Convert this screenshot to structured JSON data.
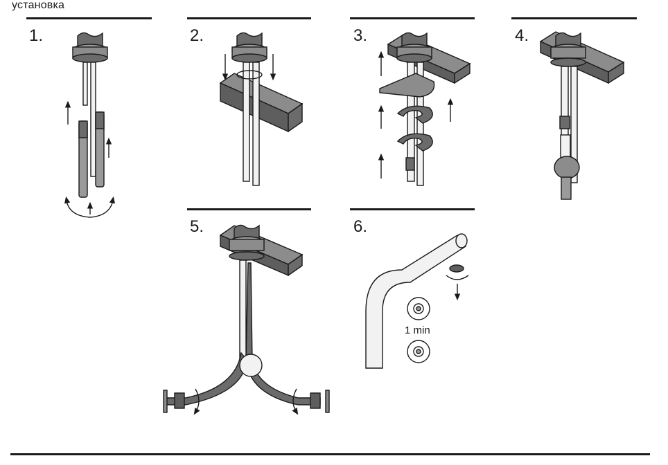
{
  "header": {
    "title": "установка"
  },
  "steps": [
    {
      "number": "1."
    },
    {
      "number": "2."
    },
    {
      "number": "3."
    },
    {
      "number": "4."
    },
    {
      "number": "5."
    },
    {
      "number": "6."
    }
  ],
  "step6": {
    "duration_label": "1 min"
  },
  "colors": {
    "line": "#1a1a1a",
    "metal_dark": "#6b6b6b",
    "metal_mid": "#9a9a9a",
    "block_top": "#8c8c8c",
    "block_side": "#5e5e5e",
    "pipe_light": "#f2f2f2"
  }
}
